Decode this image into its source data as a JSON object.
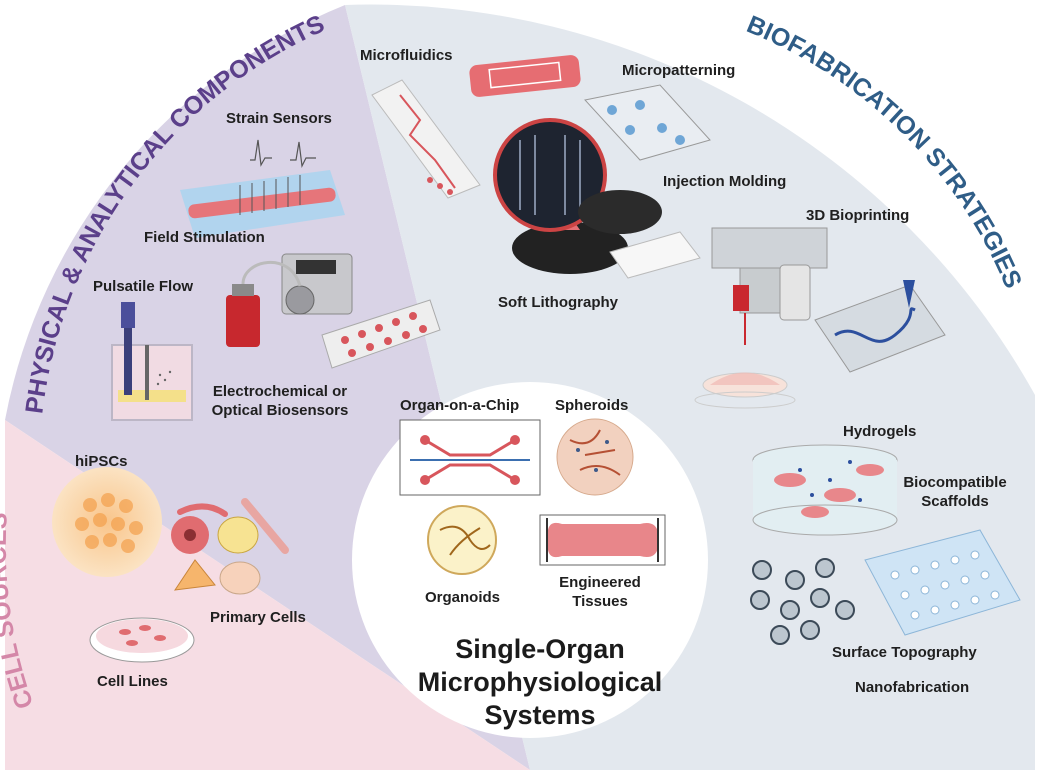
{
  "colors": {
    "physical_sector": "#d9d3e6",
    "biofab_sector": "#e3e8ee",
    "cell_sector": "#f6dde4",
    "physical_title": "#5b3f8a",
    "biofab_title": "#2f5d87",
    "cell_title": "#d487a8",
    "tissue_red": "#d8565c"
  },
  "sections": {
    "physical": "PHYSICAL & ANALYTICAL COMPONENTS",
    "biofab": "BIOFABRICATION STRATEGIES",
    "cells": "CELL SOURCES"
  },
  "physical_items": {
    "strain": "Strain Sensors",
    "field": "Field Stimulation",
    "pulsatile": "Pulsatile Flow",
    "biosensors": "Electrochemical or Optical Biosensors"
  },
  "biofab_items": {
    "microfluidics": "Microfluidics",
    "micropatterning": "Micropatterning",
    "injection": "Injection Molding",
    "bioprinting": "3D Bioprinting",
    "softlitho": "Soft Lithography",
    "hydrogels": "Hydrogels",
    "scaffolds": "Biocompatible Scaffolds",
    "topography": "Surface Topography",
    "nanofab": "Nanofabrication"
  },
  "cell_items": {
    "hipsc": "hiPSCs",
    "primary": "Primary Cells",
    "lines": "Cell Lines"
  },
  "center_items": {
    "chip": "Organ-on-a-Chip",
    "spheroids": "Spheroids",
    "organoids": "Organoids",
    "tissues": "Engineered Tissues"
  },
  "center_title": {
    "line1": "Single-Organ",
    "line2": "Microphysiological",
    "line3": "Systems"
  }
}
